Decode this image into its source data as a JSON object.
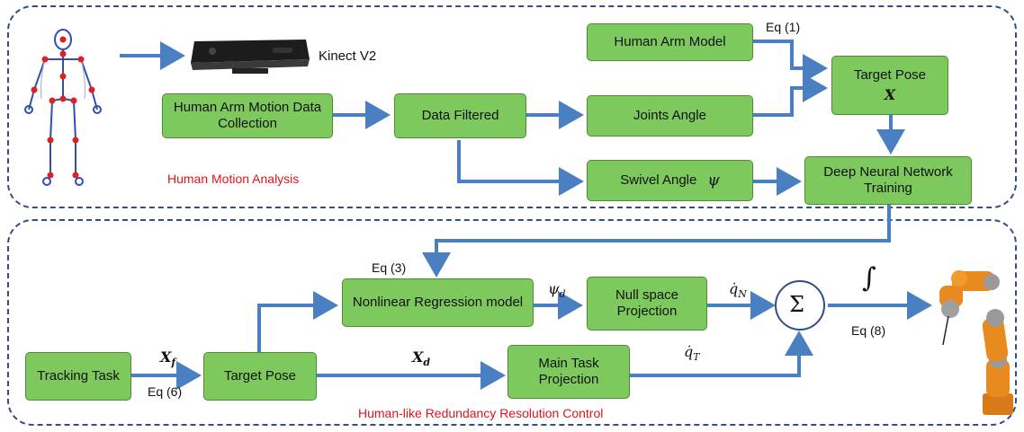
{
  "regions": {
    "top_label": "Human Motion Analysis",
    "bottom_label": "Human-like Redundancy Resolution Control"
  },
  "devices": {
    "kinect_label": "Kinect V2"
  },
  "boxes": {
    "human_arm_model": "Human Arm Model",
    "target_pose_top": "Target Pose",
    "target_pose_top_symbol": "X",
    "data_collection": "Human Arm Motion Data Collection",
    "data_filtered": "Data Filtered",
    "joints_angle": "Joints Angle",
    "swivel_angle": "Swivel Angle",
    "swivel_symbol": "ψ",
    "dnn_training": "Deep Neural Network Training",
    "nonlinear_regression": "Nonlinear Regression model",
    "null_space": "Null space Projection",
    "tracking_task": "Tracking Task",
    "target_pose_bottom": "Target Pose",
    "main_task": "Main Task Projection",
    "sum_symbol": "Σ"
  },
  "labels": {
    "eq1": "Eq (1)",
    "eq3": "Eq (3)",
    "eq6": "Eq (6)",
    "eq8": "Eq (8)",
    "integral": "∫",
    "psi_d": "ψ",
    "psi_d_sub": "d",
    "qdot_n": "q̇",
    "qdot_n_sub": "N",
    "qdot_t": "q̇",
    "qdot_t_sub": "T",
    "x_f": "X",
    "x_f_sub": "f",
    "x_d": "X",
    "x_d_sub": "d"
  },
  "colors": {
    "box_fill": "#7dc95e",
    "arrow": "#4a7fc1",
    "region_border": "#2f4f86",
    "region_label": "#e0151b",
    "robot": "#e98a1f"
  }
}
